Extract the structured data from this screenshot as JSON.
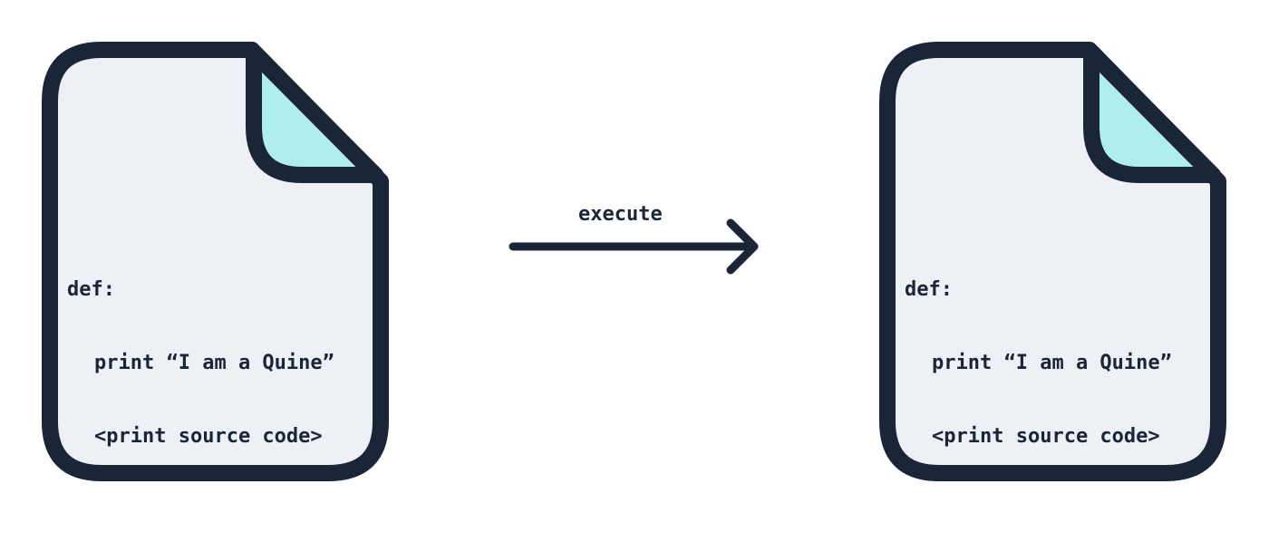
{
  "diagram": {
    "source_file": {
      "code_lines": [
        "def:",
        "print “I am a Quine”",
        "<print source code>"
      ]
    },
    "arrow": {
      "label": "execute"
    },
    "output_file": {
      "code_lines": [
        "def:",
        "print “I am a Quine”",
        "<print source code>"
      ]
    }
  },
  "colors": {
    "outline": "#1b2538",
    "page_fill": "#edf0f4",
    "fold_fill": "#aeeeee",
    "fold_shadow": "#c2c7cd",
    "background": "#ffffff"
  }
}
